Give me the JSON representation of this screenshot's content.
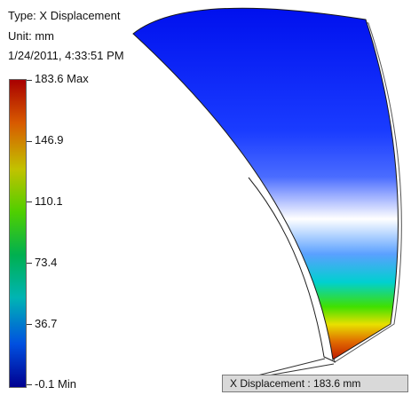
{
  "result": {
    "type_line": "Type: X Displacement",
    "unit_line": "Unit: mm",
    "timestamp_line": "1/24/2011, 4:33:51 PM"
  },
  "legend": {
    "max_label": "183.6 Max",
    "ticks": [
      "146.9",
      "110.1",
      "73.4",
      "36.7"
    ],
    "min_label": "-0.1 Min",
    "colors": [
      "#a80000",
      "#d85a00",
      "#c2c200",
      "#4fcf00",
      "#00b050",
      "#00b4b4",
      "#0050e0",
      "#000090"
    ]
  },
  "probe": {
    "label": "X Displacement : 183.6 mm"
  }
}
